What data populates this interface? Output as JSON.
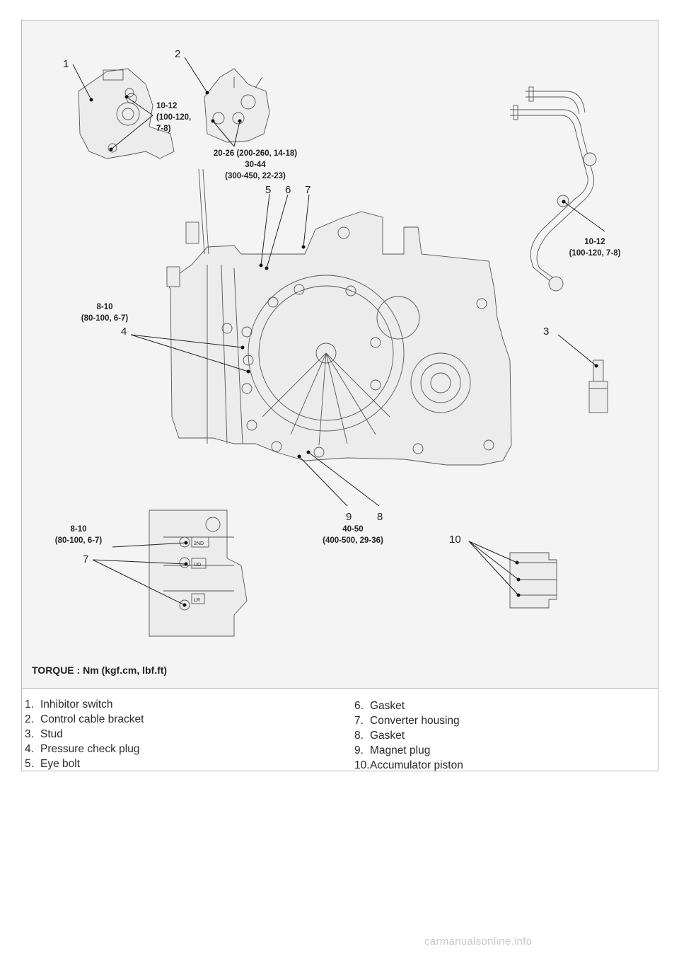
{
  "diagram": {
    "callouts": {
      "c1": "1",
      "c2": "2",
      "c3": "3",
      "c4": "4",
      "c5": "5",
      "c6": "6",
      "c7a": "7",
      "c7b": "7",
      "c8": "8",
      "c9": "9",
      "c10": "10"
    },
    "torque": {
      "t1": [
        "10-12",
        "(100-120,",
        "7-8)"
      ],
      "t2": [
        "20-26 (200-260, 14-18)",
        "30-44",
        "(300-450, 22-23)"
      ],
      "t3": [
        "10-12",
        "(100-120, 7-8)"
      ],
      "t4": [
        "8-10",
        "(80-100, 6-7)"
      ],
      "t5": [
        "40-50",
        "(400-500, 29-36)"
      ],
      "t6": [
        "8-10",
        "(80-100, 6-7)"
      ]
    },
    "plate_labels": [
      "2ND",
      "UD",
      "LR"
    ],
    "torque_title": "TORQUE : Nm (kgf.cm, lbf.ft)"
  },
  "legend": {
    "left": [
      {
        "num": "1.",
        "text": "Inhibitor switch"
      },
      {
        "num": "2.",
        "text": "Control cable bracket"
      },
      {
        "num": "3.",
        "text": "Stud"
      },
      {
        "num": "4.",
        "text": "Pressure check plug"
      },
      {
        "num": "5.",
        "text": "Eye bolt"
      }
    ],
    "right": [
      {
        "num": "6.",
        "text": "Gasket"
      },
      {
        "num": "7.",
        "text": "Converter housing"
      },
      {
        "num": "8.",
        "text": "Gasket"
      },
      {
        "num": "9.",
        "text": "Magnet plug"
      },
      {
        "num": "10.",
        "text": "Accumulator piston"
      }
    ]
  },
  "watermark": "carmanualsonline.info"
}
